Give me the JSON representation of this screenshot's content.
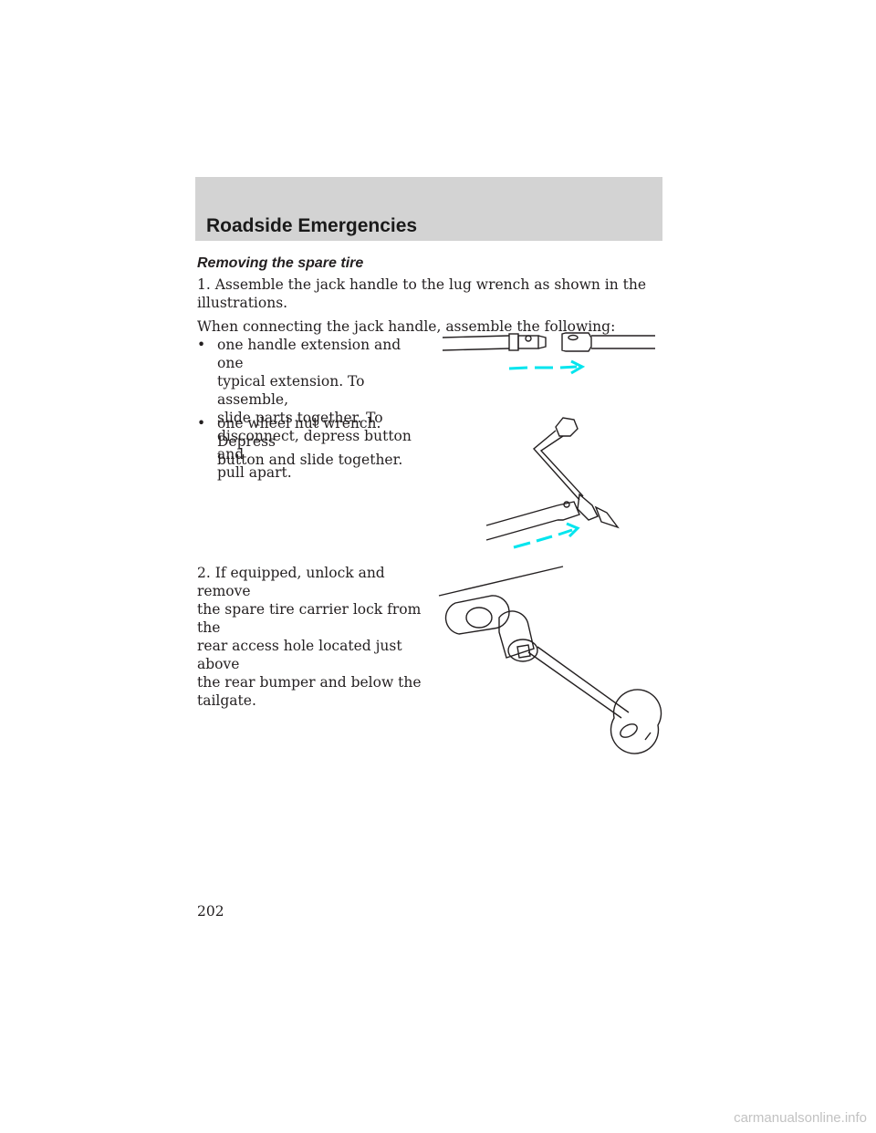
{
  "header": {
    "title": "Roadside Emergencies"
  },
  "section": {
    "subtitle": "Removing the spare tire"
  },
  "body": {
    "step1_line1": "1. Assemble the jack handle to the lug wrench as shown in the",
    "step1_line2": "illustrations.",
    "connect_intro": "When connecting the jack handle, assemble the following:",
    "bullet_symbol": "•",
    "bullets": [
      {
        "lines": [
          "one handle extension and one",
          "typical extension. To assemble,",
          "slide parts together. To",
          "disconnect, depress button and",
          "pull apart."
        ]
      },
      {
        "lines": [
          "one wheel nut wrench. Depress",
          "button and slide together."
        ]
      }
    ],
    "step2_lines": [
      "2. If equipped, unlock and remove",
      "the spare tire carrier lock from the",
      "rear access hole located just above",
      "the rear bumper and below the",
      "tailgate."
    ]
  },
  "illustrations": {
    "arrow_color": "#00e5ee",
    "items": [
      "handle-extension-illustration",
      "wheel-nut-wrench-illustration",
      "spare-tire-lock-illustration"
    ]
  },
  "footer": {
    "page_number": "202",
    "watermark": "carmanualsonline.info"
  }
}
